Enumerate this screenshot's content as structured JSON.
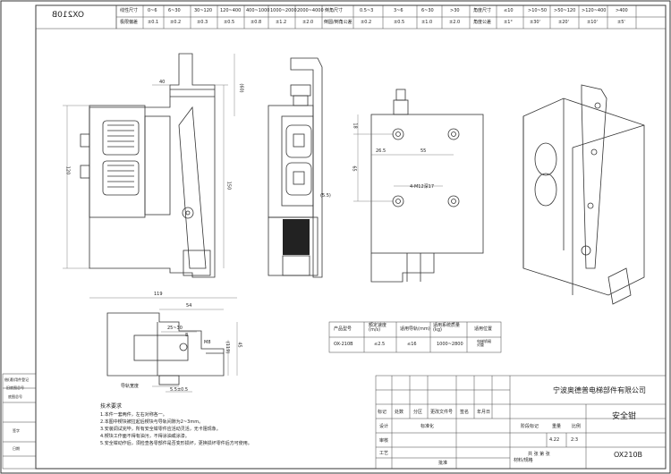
{
  "drawing_code_mirrored": "OX210B",
  "tolerance_table": {
    "linear_header": "线性尺寸",
    "linear_tol_header": "极限偏差",
    "linear_ranges": [
      "0~6",
      "6~30",
      "30~120",
      "120~400",
      "400~1000",
      "1000~2000",
      "2000~4000"
    ],
    "linear_tols": [
      "±0.1",
      "±0.2",
      "±0.3",
      "±0.5",
      "±0.8",
      "±1.2",
      "±2.0"
    ],
    "chamfer_header": "倒角尺寸",
    "chamfer_tol_header": "倒圆/倒角公差",
    "chamfer_ranges": [
      "0.5~3",
      "3~6",
      "6~30",
      ">30"
    ],
    "chamfer_tols": [
      "±0.2",
      "±0.5",
      "±1.0",
      "±2.0"
    ],
    "angle_header": "角度尺寸",
    "angle_tol_header": "角度公差",
    "angle_ranges": [
      "≤10",
      ">10~50",
      ">50~120",
      ">120~400",
      ">400"
    ],
    "angle_tols": [
      "±1°",
      "±30'",
      "±20'",
      "±10'",
      "±5'"
    ]
  },
  "dims": {
    "front_40": "40",
    "front_60": "(60)",
    "front_150": "150",
    "front_120": "120",
    "side_55": "(5.5)",
    "back_18": "18",
    "back_265": "26.5",
    "back_55": "55",
    "back_65": "65",
    "back_holes": "4-M12深17",
    "plan_119": "119",
    "plan_54": "54",
    "plan_2530": "25~30",
    "plan_8": "8",
    "plan_m8": "M8",
    "plan_45": "45",
    "plan_119b": "(119)",
    "plan_gap": "导轨宽度",
    "plan_55": "5.5±0.5"
  },
  "spec_table": {
    "headers": [
      "产品型号",
      "额定速度\n(m/s)",
      "适用导轨(mm)",
      "适用系统质量\n(kg)",
      "适用位置"
    ],
    "row": [
      "OX-210B",
      "≤2.5",
      "≤16",
      "1000~2800",
      "电梯轿厢\n对重"
    ]
  },
  "notes": {
    "title": "技术要求",
    "lines": [
      "1.本件一套两件，左右对称各一。",
      "2.本图中楔块被拉起后楔块与导轨间隙为2~3mm。",
      "3.安装调试完毕，所有安全钳零件应活动灵活，无卡阻现象。",
      "4.楔块工作面不得有油污，不得涂油或涂漆。",
      "5.安全钳动作后，须检查各零部件是否变形损坏，更换损坏零件后方可使用。"
    ]
  },
  "left_strip": {
    "labels": [
      "借(通)用件登记",
      "旧底图总号",
      "底图总号",
      "签字",
      "日期"
    ]
  },
  "title_block": {
    "company": "宁波奥德普电梯部件有限公司",
    "product_name": "安全钳",
    "drawing_code": "OX210B",
    "hdr_mark": "标记",
    "hdr_count": "处数",
    "hdr_zone": "分区",
    "hdr_docno": "更改文件号",
    "hdr_sign": "签名",
    "hdr_date": "年月日",
    "role_design": "设计",
    "role_std": "标准化",
    "role_review": "审核",
    "role_craft": "工艺",
    "role_approve": "批准",
    "stage_mark": "阶段标记",
    "weight": "重量",
    "scale": "比例",
    "scale_val": "2:3",
    "weight_val": "4.22",
    "sheet": "共 张 第 张",
    "material": "材料/规格"
  }
}
